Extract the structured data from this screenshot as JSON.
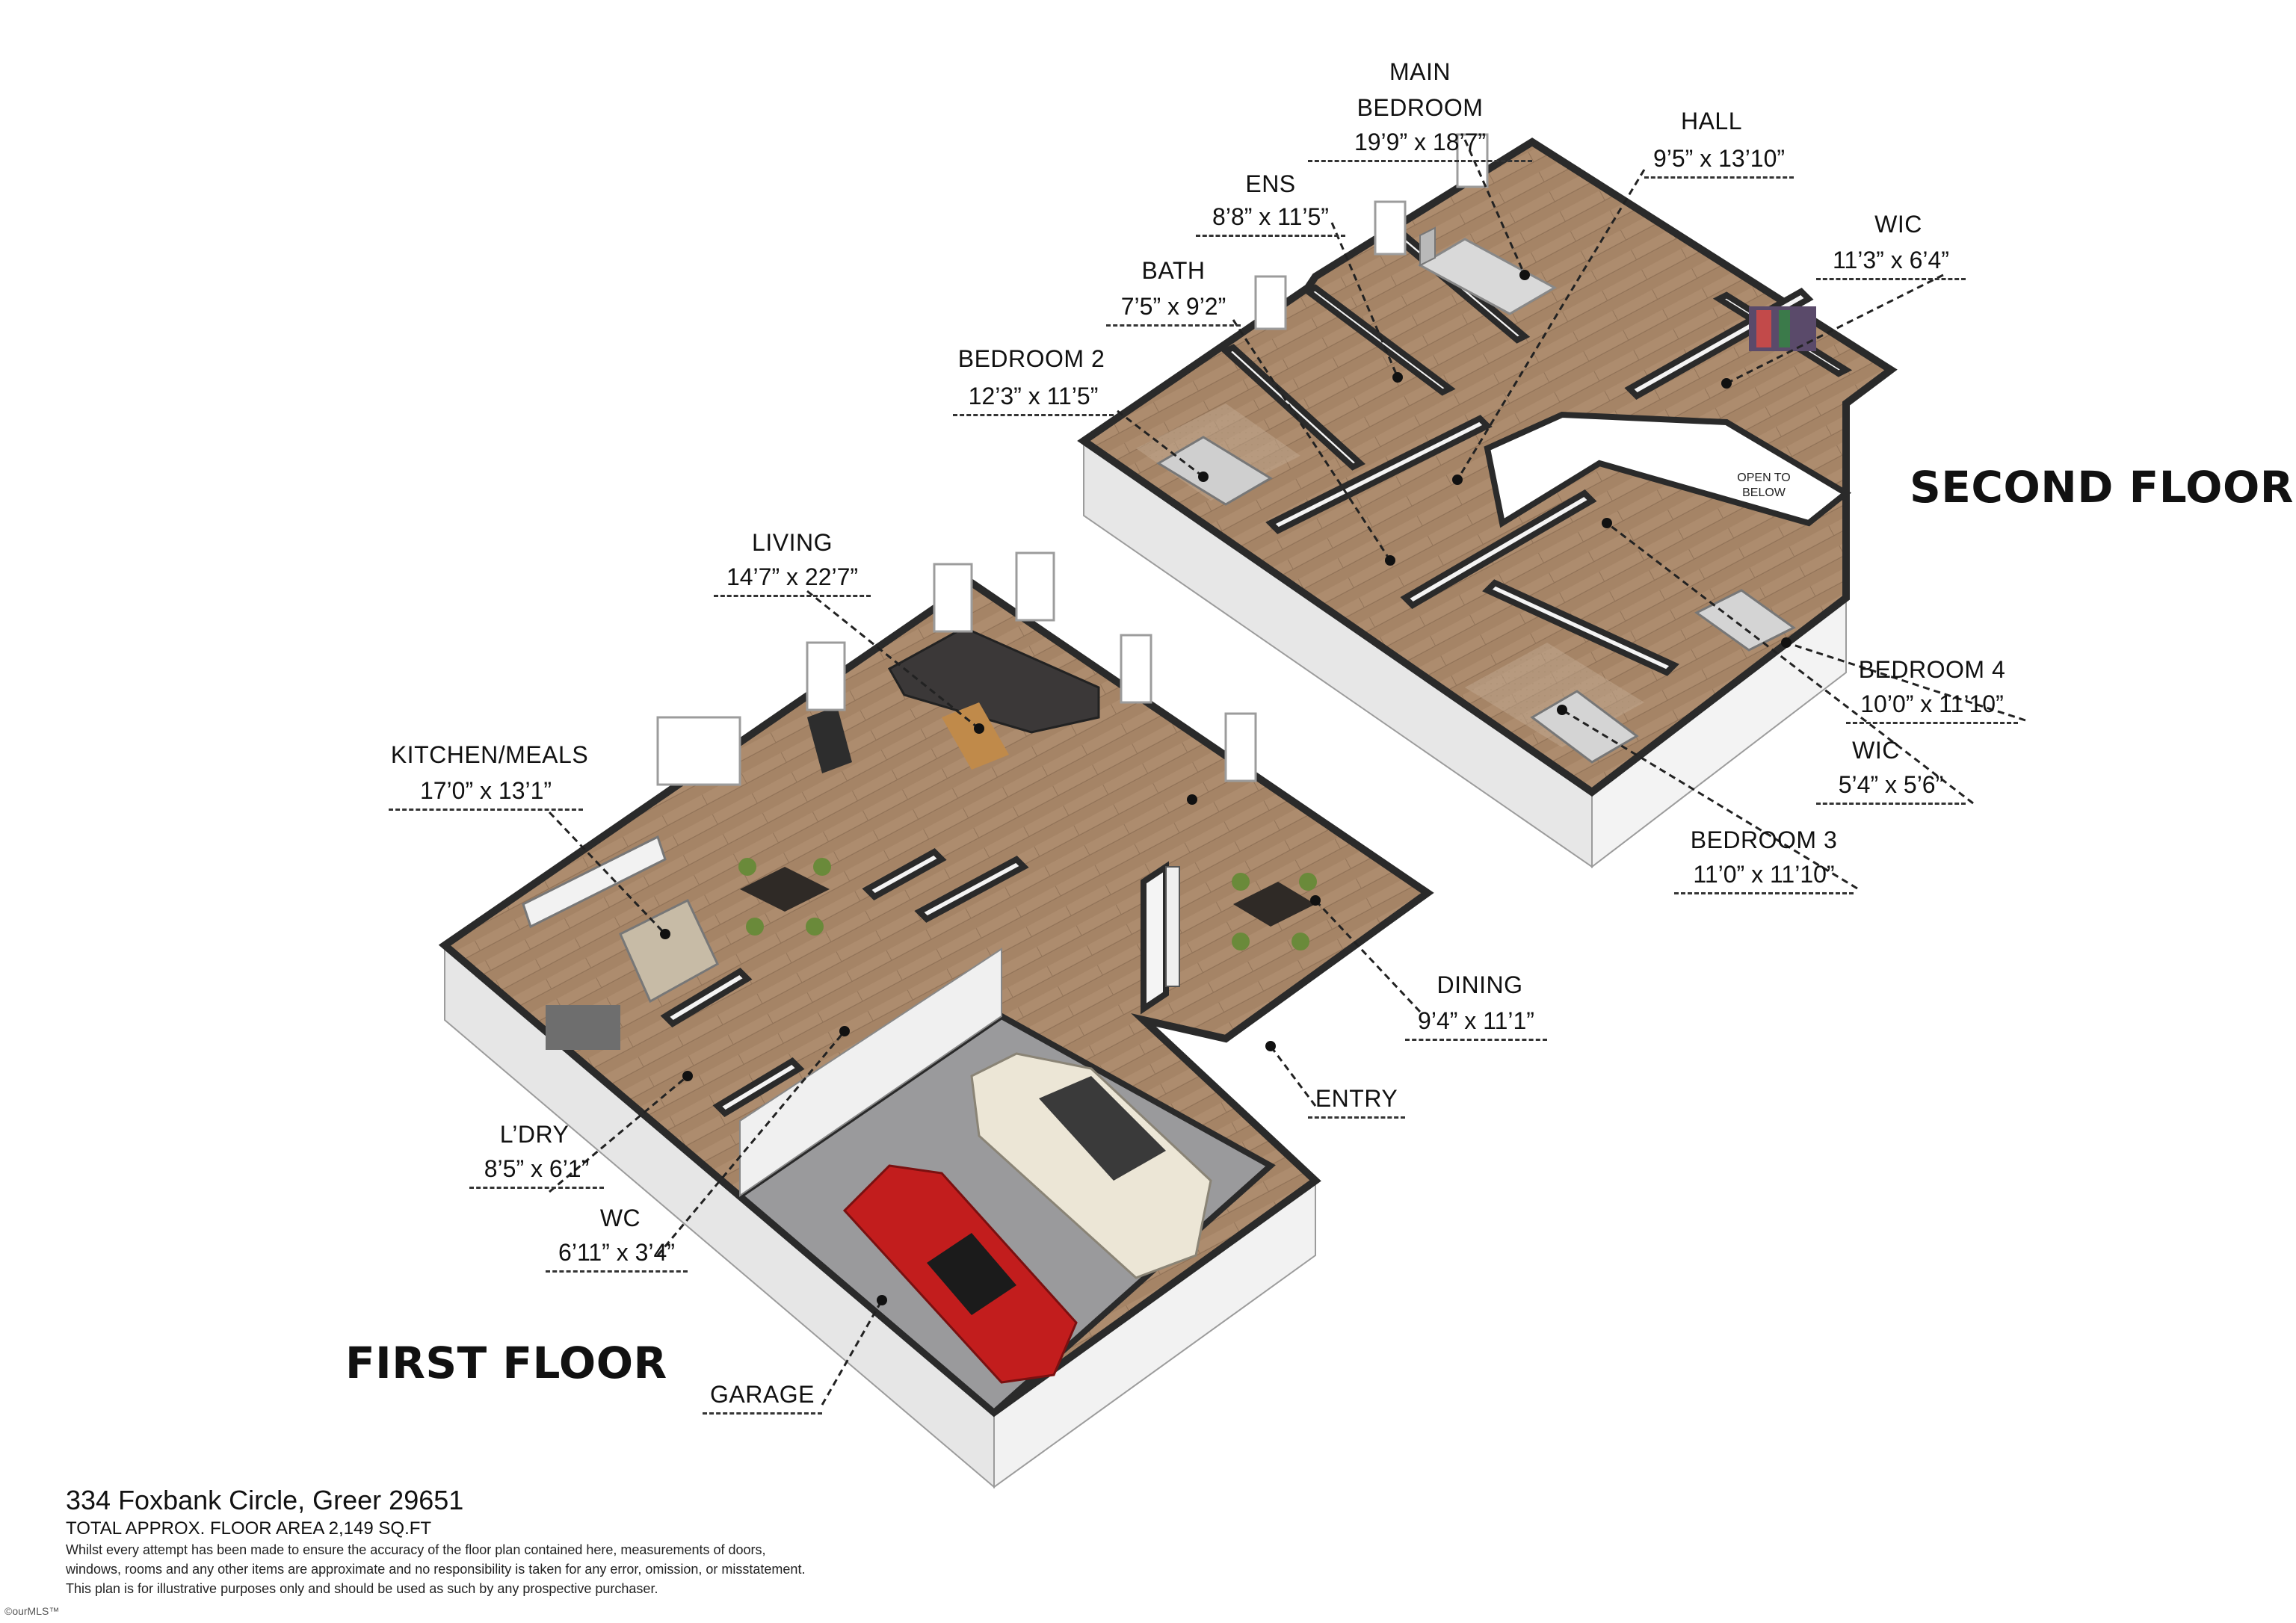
{
  "floors": {
    "second": "SECOND FLOOR",
    "first": "FIRST FLOOR"
  },
  "rooms": [
    {
      "name": "MAIN\nBEDROOM",
      "dims": "19’9” x 18’7”"
    },
    {
      "name": "HALL",
      "dims": "9’5” x 13’10”"
    },
    {
      "name": "ENS",
      "dims": "8’8” x 11’5”"
    },
    {
      "name": "WIC",
      "dims": "11’3” x 6’4”"
    },
    {
      "name": "BATH",
      "dims": "7’5” x 9’2”"
    },
    {
      "name": "BEDROOM 2",
      "dims": "12’3” x 11’5”"
    },
    {
      "name": "BEDROOM 4",
      "dims": "10’0” x 11’10”"
    },
    {
      "name": "WIC",
      "dims": "5’4” x 5’6”"
    },
    {
      "name": "BEDROOM 3",
      "dims": "11’0” x 11’10”"
    },
    {
      "name": "LIVING",
      "dims": "14’7” x 22’7”"
    },
    {
      "name": "KITCHEN/MEALS",
      "dims": "17’0” x 13’1”"
    },
    {
      "name": "DINING",
      "dims": "9’4” x 11’1”"
    },
    {
      "name": "ENTRY",
      "dims": ""
    },
    {
      "name": "L’DRY",
      "dims": "8’5” x 6’1”"
    },
    {
      "name": "WC",
      "dims": "6’11” x 3’4”"
    },
    {
      "name": "GARAGE",
      "dims": ""
    }
  ],
  "open_to_below": "OPEN TO\nBELOW",
  "footer": {
    "address": "334 Foxbank Circle, Greer 29651",
    "total_area": "TOTAL APPROX. FLOOR AREA 2,149 SQ.FT",
    "disclaimer_1": "Whilst every attempt has been made to ensure the accuracy of the floor plan contained here, measurements of doors,",
    "disclaimer_2": "windows, rooms and any other items are approximate and no responsibility is taken for any error, omission, or misstatement.",
    "disclaimer_3": "This plan is for illustrative purposes only and should be used as such by any prospective purchaser."
  },
  "brand": "©ourMLS™",
  "colors": {
    "wood_floor": "#a58466",
    "wood_floor_light": "#b8977a",
    "garage_floor": "#9a9a9c",
    "wall_white": "#f6f6f6",
    "wall_shadow": "#d4d4d4",
    "wall_cap": "#2a2a2a",
    "car_red": "#c21d1d",
    "car_cream": "#ece6d6",
    "sofa": "#3b3838",
    "bed": "#d9d9d9"
  }
}
